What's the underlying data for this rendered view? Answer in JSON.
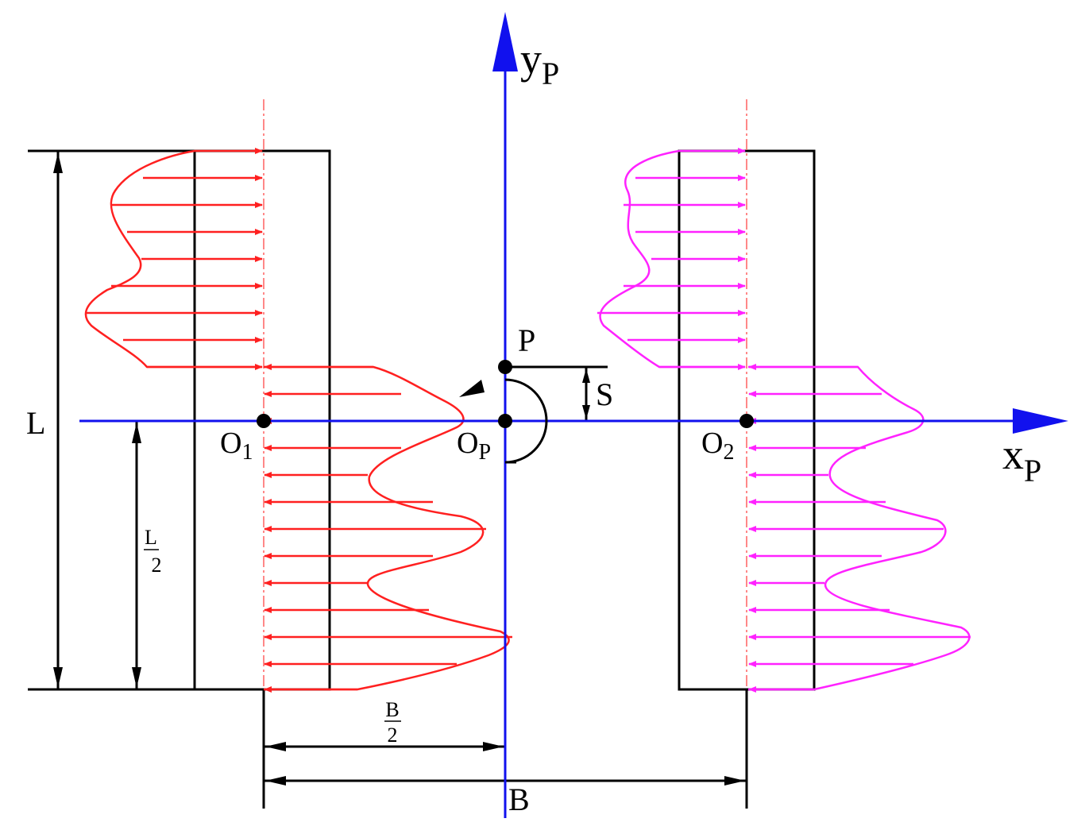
{
  "colors": {
    "axis": "#1111ee",
    "left_pad_load": "#ff2020",
    "right_pad_load": "#ff22ff",
    "outline": "#000000",
    "centerline": "#ff6060"
  },
  "labels": {
    "y_axis": "y",
    "y_axis_sub": "P",
    "x_axis": "x",
    "x_axis_sub": "P",
    "origin": "O",
    "origin_sub": "P",
    "pad1_center": "O",
    "pad1_center_sub": "1",
    "pad2_center": "O",
    "pad2_center_sub": "2",
    "point_p": "P",
    "offset_s": "S",
    "length_l": "L",
    "half_length_num": "L",
    "half_length_den": "2",
    "half_width_num": "B",
    "half_width_den": "2",
    "width_b": "B"
  },
  "icons": {
    "rotation": "rotation-arrow-icon"
  }
}
